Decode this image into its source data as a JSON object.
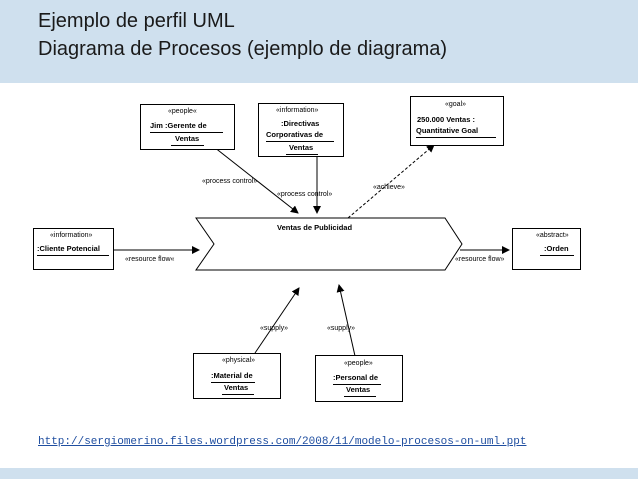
{
  "title": {
    "line1": "Ejemplo de perfil UML",
    "line2": "Diagrama de Procesos (ejemplo de diagrama)"
  },
  "nodes": {
    "gerente": {
      "stereotype": "«people«",
      "line1": "Jim :Gerente de",
      "line2": "Ventas"
    },
    "directivas": {
      "stereotype": "«information»",
      "line1": ":Directivas",
      "line2": "Corporativas de",
      "line3": "Ventas"
    },
    "goal": {
      "stereotype": "«goal»",
      "line1": "250.000 Ventas :",
      "line2": "Quantitative Goal"
    },
    "cliente": {
      "stereotype": "«information»",
      "line1": ":Cliente Potencial"
    },
    "orden": {
      "stereotype": "«abstract»",
      "line1": ":Orden"
    },
    "material": {
      "stereotype": "«physical»",
      "line1": ":Material de",
      "line2": "Ventas"
    },
    "personal": {
      "stereotype": "«people»",
      "line1": ":Personal de",
      "line2": "Ventas"
    },
    "process": {
      "label": "Ventas de Publicidad"
    }
  },
  "edges": {
    "process_control_1": "«process control»",
    "process_control_2": "«process control»",
    "achieve": "«achieve»",
    "resource_flow_in": "«resource flow«",
    "resource_flow_out": "«resource flow»",
    "supply_1": "«supply»",
    "supply_2": "«supply»"
  },
  "footer": {
    "url": "http://sergiomerino.files.wordpress.com/2008/11/modelo-procesos-on-uml.ppt"
  }
}
